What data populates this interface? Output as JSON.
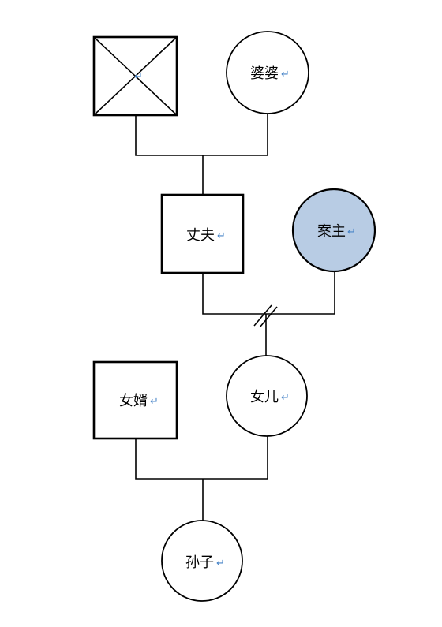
{
  "colors": {
    "line": "#000000",
    "proband_fill": "#b8cce4",
    "return_mark": "#4a86c8",
    "background": "#ffffff"
  },
  "return_mark_glyph": "↵",
  "nodes": {
    "grandfather": {
      "shape": "square-deceased",
      "label": ""
    },
    "grandmother": {
      "shape": "circle",
      "label": "婆婆"
    },
    "husband": {
      "shape": "square",
      "label": "丈夫"
    },
    "proband": {
      "shape": "circle-proband",
      "label": "案主"
    },
    "son_in_law": {
      "shape": "square",
      "label": "女婿"
    },
    "daughter": {
      "shape": "circle",
      "label": "女儿"
    },
    "grandchild": {
      "shape": "circle",
      "label": "孙子"
    }
  },
  "relationships": {
    "grandparents": "married",
    "husband_proband": "divorced",
    "son_in_law_daughter": "married"
  }
}
